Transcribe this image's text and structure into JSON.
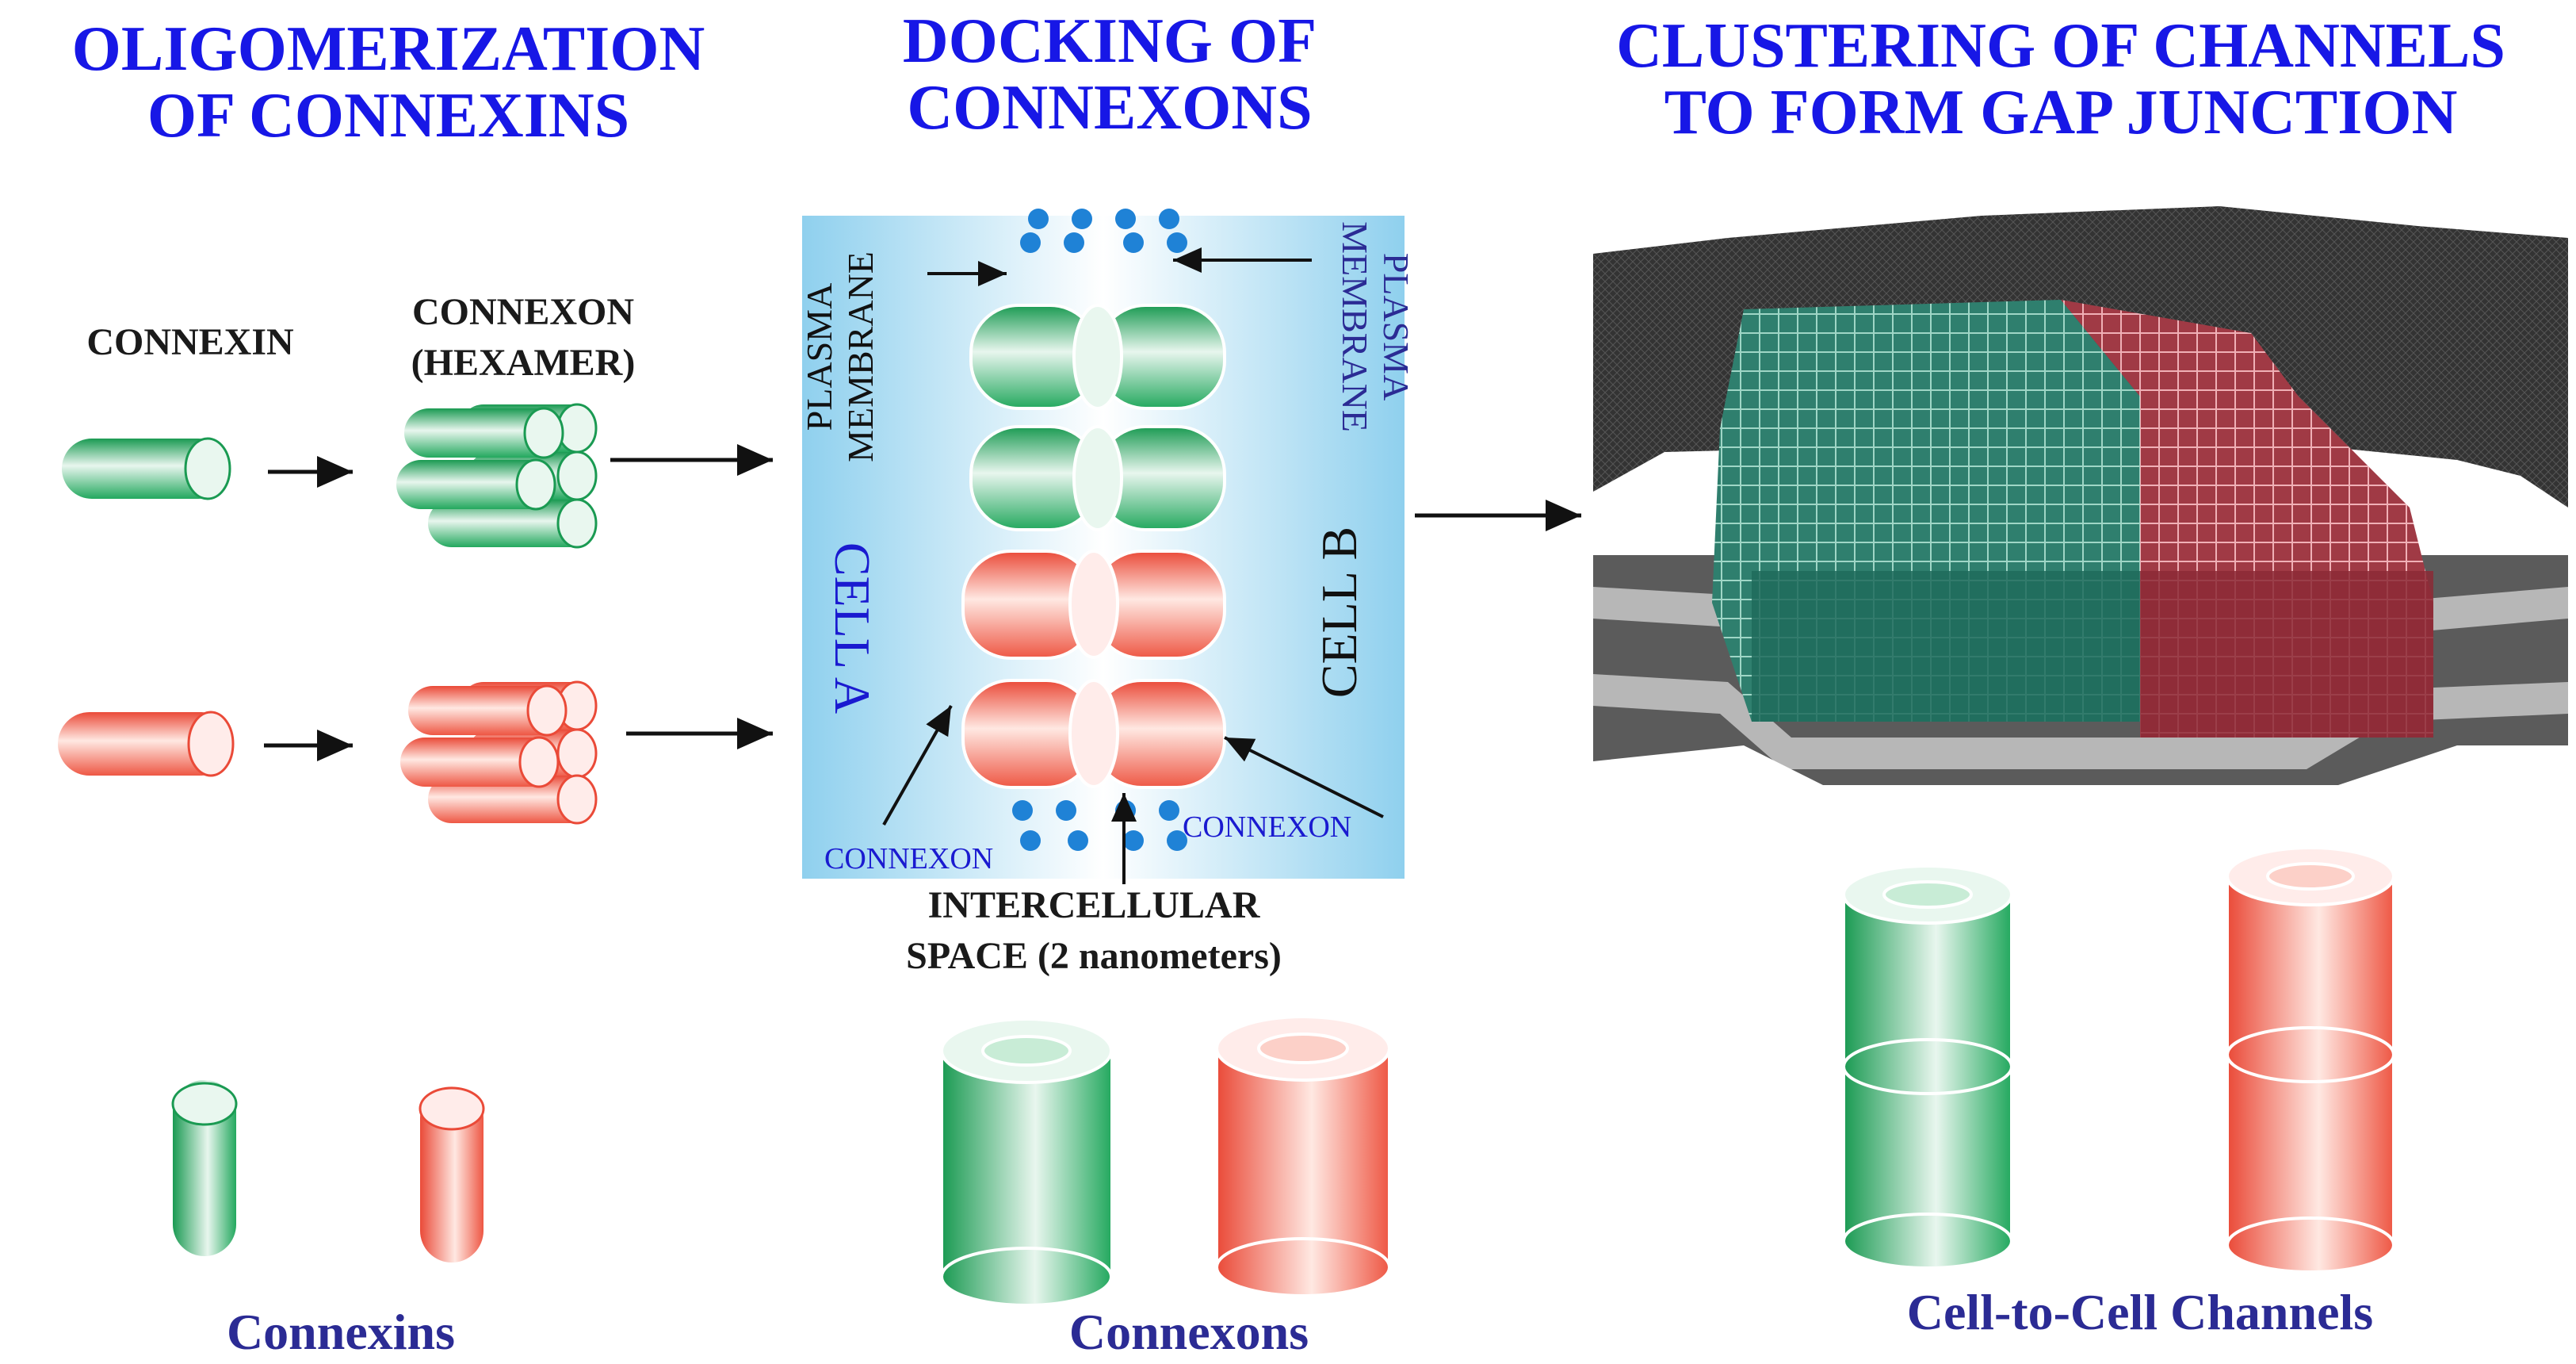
{
  "titles": {
    "oligomerization": "OLIGOMERIZATION\nOF CONNEXINS",
    "docking": "DOCKING OF\nCONNEXONS",
    "clustering": "CLUSTERING OF CHANNELS\nTO FORM GAP JUNCTION"
  },
  "labels": {
    "connexin": "CONNEXIN",
    "connexon_hexamer": "CONNEXON\n(HEXAMER)",
    "plasma_membrane_left": "PLASMA\nMEMBRANE",
    "plasma_membrane_right": "PLASMA\nMEMBRANE",
    "cell_a": "CELL A",
    "cell_b": "CELL B",
    "connexon_left": "CONNEXON",
    "connexon_right": "CONNEXON",
    "intercellular_space": "INTERCELLULAR\nSPACE (2 nanometers)"
  },
  "captions": {
    "connexins": "Connexins",
    "connexons": "Connexons",
    "channels": "Cell-to-Cell Channels"
  },
  "colors": {
    "title_blue": "#1717e6",
    "caption_navy": "#2b2b94",
    "green": "#1fa35a",
    "red": "#ef5a4a",
    "dark_green_channel": "#1f6b5c",
    "dark_red_channel": "#8c2a36",
    "panel_blue": "#a9dcf2"
  }
}
